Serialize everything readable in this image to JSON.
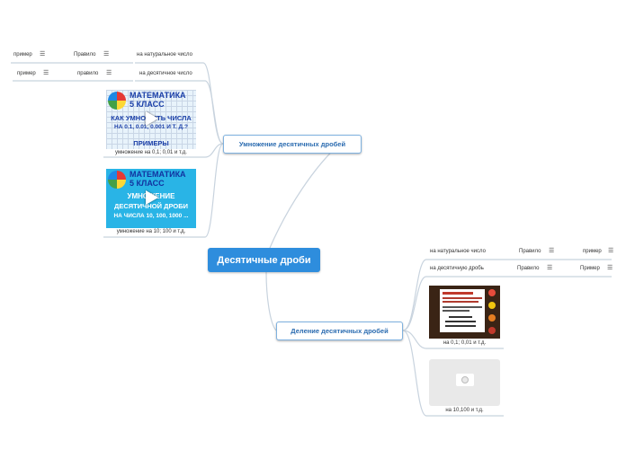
{
  "center": {
    "label": "Десятичные дроби"
  },
  "branches": [
    {
      "label": "Умножение десятичных дробей",
      "rows": [
        {
          "label": "на натуральное число",
          "rule": "Правило",
          "example": "пример"
        },
        {
          "label": "на десятичное число",
          "rule": "правило",
          "example": "пример"
        }
      ],
      "images": [
        {
          "caption": "умножение на 0,1; 0,01 и т.д.",
          "line1": "МАТЕМАТИКА",
          "line2": "5 КЛАСС",
          "line3": "КАК УМНОЖИТЬ ЧИСЛА",
          "line4": "НА 0.1, 0.01, 0.001 И Т. Д.?",
          "line5": "ПРИМЕРЫ"
        },
        {
          "caption": "умножение на 10; 100 и т.д.",
          "line1": "МАТЕМАТИКА",
          "line2": "5 КЛАСС",
          "line3": "УМНОЖЕНИЕ",
          "line4": "ДЕСЯТИЧНОЙ ДРОБИ",
          "line5": "НА ЧИСЛА 10, 100, 1000 ..."
        }
      ]
    },
    {
      "label": "Деление десятичных дробей",
      "rows": [
        {
          "label": "на натуральное число",
          "rule": "Правило",
          "example": "пример"
        },
        {
          "label": "на десятичную дробь",
          "rule": "Правило",
          "example": "Пример"
        }
      ],
      "images": [
        {
          "caption": "на 0,1; 0,01 и т.д."
        },
        {
          "caption": "на 10,100 и т.д."
        }
      ]
    }
  ],
  "icons": {
    "note": "menu-lines-icon",
    "play": "play-icon",
    "camera": "camera-icon"
  },
  "colors": {
    "center_fill": "#2e8ddd",
    "branch_text": "#2a6bb0",
    "connector": "#c8d3de"
  }
}
